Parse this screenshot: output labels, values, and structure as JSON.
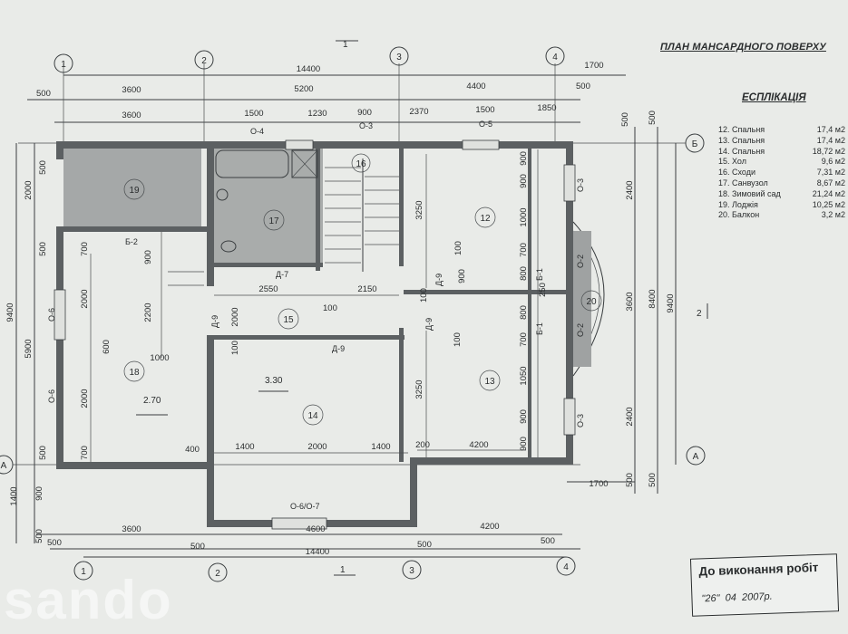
{
  "title": "ПЛАН МАНСАРДНОГО ПОВЕРХУ",
  "legend": {
    "title": "ЕСПЛІКАЦІЯ",
    "rows": [
      {
        "name": "12. Спальня",
        "area": "17,4 м2"
      },
      {
        "name": "13. Спальня",
        "area": "17,4 м2"
      },
      {
        "name": "14. Спальня",
        "area": "18,72 м2"
      },
      {
        "name": "15. Хол",
        "area": "9,6 м2"
      },
      {
        "name": "16. Сходи",
        "area": "7,31 м2"
      },
      {
        "name": "17. Санвузол",
        "area": "8,67 м2"
      },
      {
        "name": "18. Зимовий сад",
        "area": "21,24 м2"
      },
      {
        "name": "19. Лоджія",
        "area": "10,25 м2"
      },
      {
        "name": "20. Балкон",
        "area": "3,2 м2"
      }
    ]
  },
  "axes": {
    "a1": "1",
    "a2": "2",
    "a3": "3",
    "a4": "4",
    "rowB": "Б",
    "rowA": "A"
  },
  "section_marks": {
    "top": "1",
    "bottom": "1",
    "right": "2"
  },
  "rooms": {
    "r12": "12",
    "r13": "13",
    "r14": "14",
    "r15": "15",
    "r16": "16",
    "r17": "17",
    "r18": "18",
    "r19": "19",
    "r20": "20"
  },
  "levels": {
    "l1": "3.30",
    "l2": "2.70"
  },
  "dims": {
    "top_total": "14400",
    "top_side": "1700",
    "top2_a": "3600",
    "top2_b": "5200",
    "top2_c": "4400",
    "top3_a": "3600",
    "top3_b": "1500",
    "top3_c": "1230",
    "top3_d": "900",
    "top3_e": "2370",
    "top3_f": "1500",
    "top3_g": "1850",
    "edge_500a": "500",
    "edge_500b": "500",
    "bot1_a": "3600",
    "bot1_b": "4600",
    "bot1_c": "4200",
    "bot2_a": "500",
    "bot2_b": "500",
    "bot2_c": "500",
    "bot2_d": "500",
    "bot_total": "14400",
    "bot_side": "1700",
    "left_total": "9400",
    "left_2000": "2000",
    "left_5900": "5900",
    "left_1400": "1400",
    "left_900": "900",
    "left_500a": "500",
    "left_500b": "500",
    "left_500c": "500",
    "left_500d": "500",
    "right_total": "9400",
    "right_8400": "8400",
    "right_2400a": "2400",
    "right_3600": "3600",
    "right_2400b": "2400",
    "right_500a": "500",
    "right_500b": "500",
    "right_500c": "500",
    "right_500d": "500",
    "in_2550": "2550",
    "in_2150": "2150",
    "in_1400a": "1400",
    "in_2000": "2000",
    "in_1400b": "1400",
    "in_400": "400",
    "in_200": "200",
    "in_4200": "4200",
    "in_1000": "1000",
    "in_100a": "100",
    "in_100b": "100",
    "in_100c": "100",
    "in_100d": "100",
    "in_100e": "100",
    "v_700a": "700",
    "v_2000a": "2000",
    "v_2000b": "2000",
    "v_700b": "700",
    "v_900a": "900",
    "v_2200": "2200",
    "v_600": "600",
    "v_2000c": "2000",
    "v_3250a": "3250",
    "v_3250b": "3250",
    "v_900b": "900",
    "v_1000": "1000",
    "v_700c": "700",
    "v_800a": "800",
    "v_800b": "800",
    "v_700d": "700",
    "v_1050": "1050",
    "v_900c": "900",
    "v_900d": "900",
    "v_900e": "900",
    "v_900f": "900",
    "v_250": "250"
  },
  "openings": {
    "o4": "О-4",
    "o3a": "О-3",
    "o5": "О-5",
    "o3b": "О-3",
    "o3c": "О-3",
    "o2a": "О-2",
    "o2b": "О-2",
    "o6a": "О-6",
    "o6b": "О-6",
    "o67": "О-6/О-7",
    "d7": "Д-7",
    "d9a": "Д-9",
    "d9b": "Д-9",
    "d9c": "Д-9",
    "d9d": "Д-9",
    "b2": "Б-2",
    "b1a": "Б-1",
    "b1b": "Б-1"
  },
  "stamp": {
    "text": "До виконання робіт",
    "day": "\"26\"",
    "month": "04",
    "year": "2007",
    "suffix": "р."
  },
  "watermark": "sando"
}
